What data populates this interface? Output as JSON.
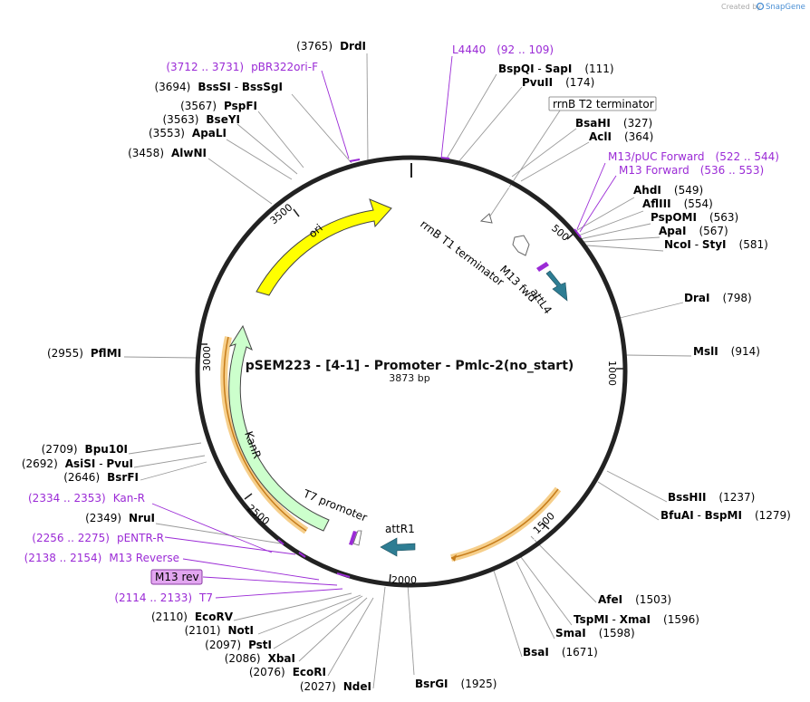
{
  "credit": "Created by",
  "credit_brand": "SnapGene",
  "plasmid": {
    "name": "pSEM223 - [4-1] - Promoter - Pmlc-2(no_start)",
    "size": "3873 bp"
  },
  "ticks": [
    "500",
    "1000",
    "1500",
    "2000",
    "2500",
    "3000",
    "3500"
  ],
  "features": {
    "ori": "ori",
    "kanr": "KanR",
    "t7_promoter": "T7 promoter",
    "attr1": "attR1",
    "attl4": "attL4",
    "m13_fwd": "M13 fwd",
    "rrnb_t1": "rrnB T1 terminator",
    "rrnb_t2": "rrnB T2 terminator"
  },
  "sites_right": [
    {
      "name": "BspQI",
      "name2": "SapI",
      "pos": "(111)"
    },
    {
      "name": "PvuII",
      "pos": "(174)"
    },
    {
      "name": "BsaHI",
      "pos": "(327)"
    },
    {
      "name": "AclI",
      "pos": "(364)"
    },
    {
      "name": "AhdI",
      "pos": "(549)"
    },
    {
      "name": "AflIII",
      "pos": "(554)"
    },
    {
      "name": "PspOMI",
      "pos": "(563)"
    },
    {
      "name": "ApaI",
      "pos": "(567)"
    },
    {
      "name": "NcoI",
      "name2": "StyI",
      "pos": "(581)"
    },
    {
      "name": "DraI",
      "pos": "(798)"
    },
    {
      "name": "MslI",
      "pos": "(914)"
    },
    {
      "name": "BssHII",
      "pos": "(1237)"
    },
    {
      "name": "BfuAI",
      "name2": "BspMI",
      "pos": "(1279)"
    },
    {
      "name": "AfeI",
      "pos": "(1503)"
    },
    {
      "name": "TspMI",
      "name2": "XmaI",
      "pos": "(1596)"
    },
    {
      "name": "SmaI",
      "pos": "(1598)"
    },
    {
      "name": "BsaI",
      "pos": "(1671)"
    },
    {
      "name": "BsrGI",
      "pos": "(1925)"
    }
  ],
  "sites_left": [
    {
      "name": "DrdI",
      "pos": "(3765)"
    },
    {
      "name": "BssSI",
      "name2": "BssSgI",
      "pos": "(3694)"
    },
    {
      "name": "PspFI",
      "pos": "(3567)"
    },
    {
      "name": "BseYI",
      "pos": "(3563)"
    },
    {
      "name": "ApaLI",
      "pos": "(3553)"
    },
    {
      "name": "AlwNI",
      "pos": "(3458)"
    },
    {
      "name": "PflMI",
      "pos": "(2955)"
    },
    {
      "name": "Bpu10I",
      "pos": "(2709)"
    },
    {
      "name": "AsiSI",
      "name2": "PvuI",
      "pos": "(2692)"
    },
    {
      "name": "BsrFI",
      "pos": "(2646)"
    },
    {
      "name": "NruI",
      "pos": "(2349)"
    },
    {
      "name": "EcoRV",
      "pos": "(2110)"
    },
    {
      "name": "NotI",
      "pos": "(2101)"
    },
    {
      "name": "PstI",
      "pos": "(2097)"
    },
    {
      "name": "XbaI",
      "pos": "(2086)"
    },
    {
      "name": "EcoRI",
      "pos": "(2076)"
    },
    {
      "name": "NdeI",
      "pos": "(2027)"
    }
  ],
  "primers": [
    {
      "name": "L4440",
      "range": "(92 .. 109)"
    },
    {
      "name": "M13/pUC Forward",
      "range": "(522 .. 544)"
    },
    {
      "name": "M13 Forward",
      "range": "(536 .. 553)"
    },
    {
      "name": "pBR322ori-F",
      "range": "(3712 .. 3731)"
    },
    {
      "name": "Kan-R",
      "range": "(2334 .. 2353)"
    },
    {
      "name": "pENTR-R",
      "range": "(2256 .. 2275)"
    },
    {
      "name": "M13 Reverse",
      "range": "(2138 .. 2154)"
    },
    {
      "name": "M13 rev"
    },
    {
      "name": "T7",
      "range": "(2114 .. 2133)"
    }
  ],
  "colors": {
    "backbone": "#222222",
    "ori": "#ffff00",
    "kanr": "#ccffcc",
    "attr": "#2e7d93",
    "primer": "#9b2bd6",
    "orf_highlight": "#f5c777",
    "m13rev_box": "#e2a6f0"
  }
}
